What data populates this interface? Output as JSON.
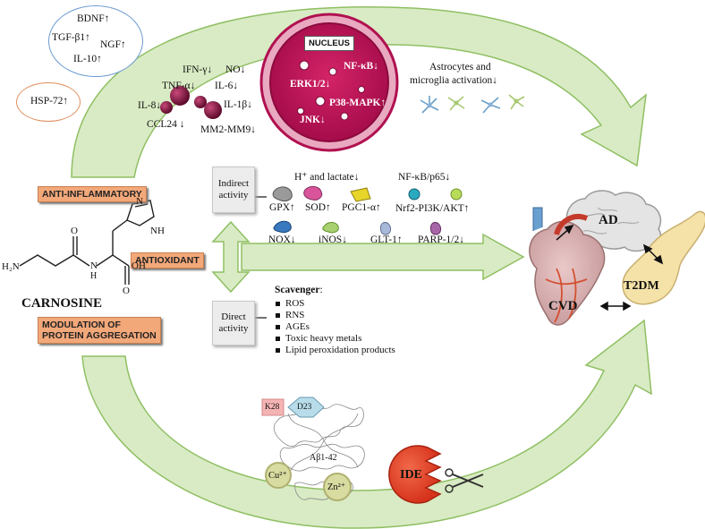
{
  "title": "CARNOSINE",
  "growth_factors": [
    "BDNF↑",
    "TGF-β1↑",
    "NGF↑",
    "IL-10↑"
  ],
  "hsp": "HSP-72↑",
  "cytokines": {
    "ifn": "IFN-γ↓",
    "no": "NO↓",
    "tnf": "TNF-α↓",
    "il6": "IL-6↓",
    "il8": "IL-8↓",
    "il1b": "IL-1β↓",
    "ccl24": "CCL24 ↓",
    "mmp": "MM2-MM9↓"
  },
  "nucleus": {
    "title": "NUCLEUS",
    "nfkb": "NF-κB↓",
    "erk": "ERK1/2↓",
    "p38": "P38-MAPK↑",
    "jnk": "JNK↓"
  },
  "glia": "Astrocytes and microglia activation↓",
  "glia_line1": "Astrocytes and",
  "glia_line2": "microglia activation↓",
  "activities": {
    "anti_inflammatory": "ANTI-INFLAMMATORY",
    "antioxidant": "ANTIOXIDANT",
    "modulation_line1": "MODULATION OF",
    "modulation_line2": "PROTEIN AGGREGATION"
  },
  "indirect": {
    "line1": "Indirect",
    "line2": "activity",
    "h_lactate": "H⁺ and lactate↓",
    "nfkb_p65": "NF-κB/p65↓",
    "gpx": "GPX↑",
    "sod": "SOD↑",
    "pgc1": "PGC1-α↑",
    "nrf2": "Nrf2-PI3K/AKT↑",
    "nox": "NOX↓",
    "inos": "iNOS↓",
    "glt1": "GLT-1↑",
    "parp": "PARP-1/2↓"
  },
  "direct": {
    "line1": "Direct",
    "line2": "activity",
    "scavenger": "Scavenger",
    "colon": ":",
    "items": [
      "ROS",
      "RNS",
      "AGEs",
      "Toxic heavy metals",
      "Lipid peroxidation products"
    ]
  },
  "molecule": {
    "h2n": "H₂N",
    "nh": "NH",
    "n_top": "N",
    "o1": "O",
    "oh": "OH",
    "o2": "O",
    "h_n": "H",
    "n_amide": "N"
  },
  "aggregation": {
    "k28": "K28",
    "d23": "D23",
    "abeta": "Aβ1-42",
    "cu": "Cu²⁺",
    "zn": "Zn²⁺",
    "ide": "IDE"
  },
  "diseases": {
    "ad": "AD",
    "t2dm": "T2DM",
    "cvd": "CVD"
  },
  "colors": {
    "arrow_green": "#d9ebc4",
    "arrow_stroke": "#8fbf63",
    "nucleus": "#c8145a",
    "label_orange": "#f3a87a",
    "ide_red": "#e8452c"
  }
}
